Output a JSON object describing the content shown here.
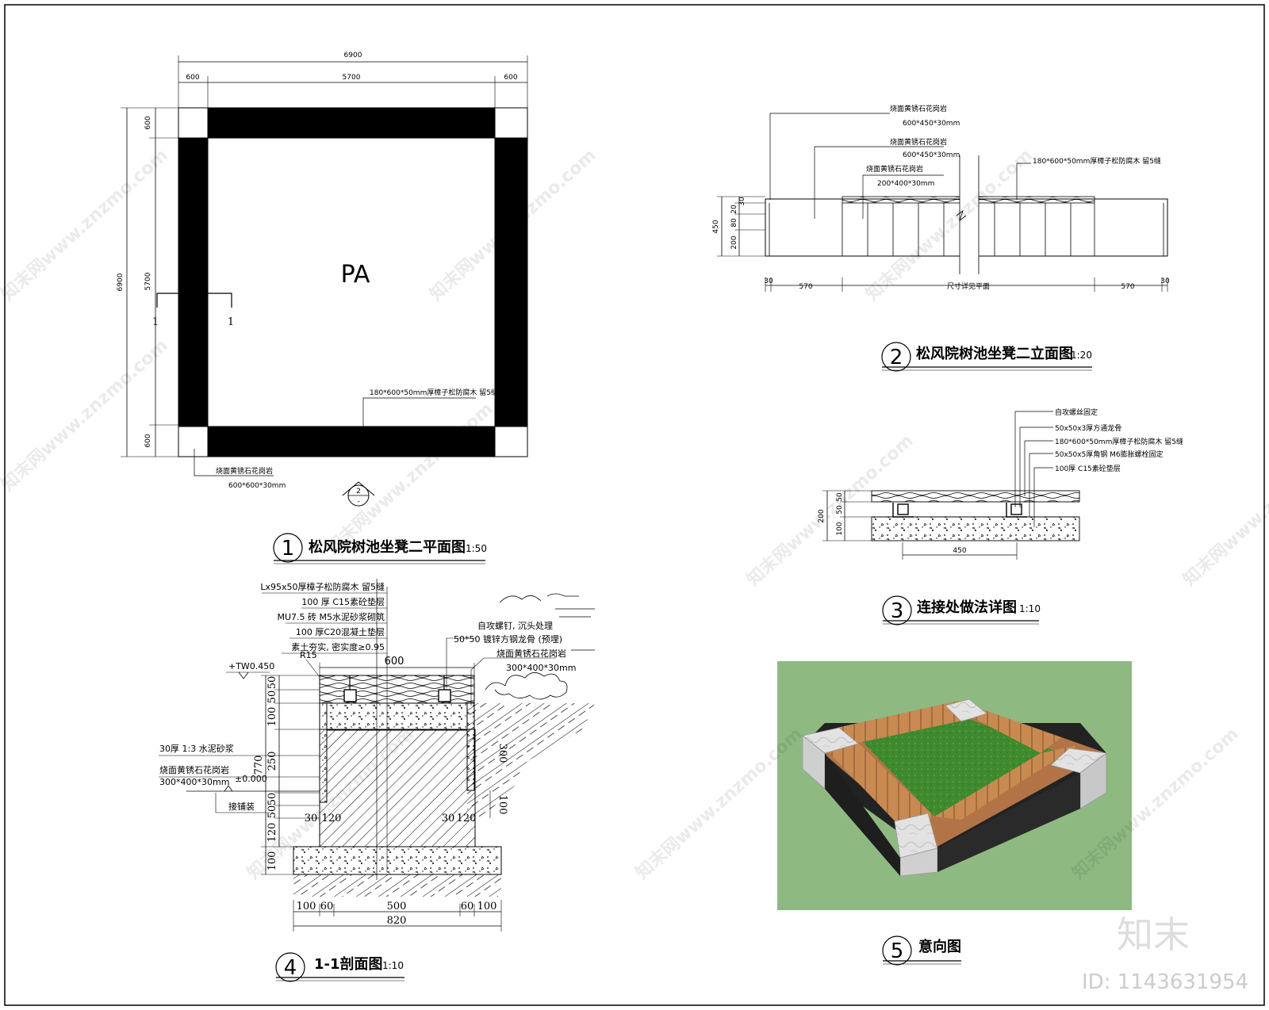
{
  "plan": {
    "dims_top": [
      "6900",
      "600",
      "5700",
      "600"
    ],
    "dims_left": [
      "6900",
      "600",
      "5700",
      "600"
    ],
    "center_label": "PA",
    "section_marks": [
      "1",
      "1"
    ],
    "wood_note": "180*600*50mm厚樟子松防腐木 留5缝",
    "granite_note_1": "烧面黄锈石花岗岩",
    "granite_note_2": "600*600*30mm",
    "index_top": "2",
    "index_bottom": "-",
    "title_no": "1",
    "title": "松风院树池坐凳二平面图",
    "scale": "1:50"
  },
  "elevation": {
    "notes": [
      "烧面黄锈石花岗岩",
      "600*450*30mm",
      "烧面黄锈石花岗岩",
      "600*450*30mm",
      "烧面黄锈石花岗岩",
      "200*400*30mm",
      "180*600*50mm厚樟子松防腐木 留5缝"
    ],
    "dims_vertical": [
      "450",
      "200",
      "80",
      "20",
      "30"
    ],
    "dims_bottom": [
      "30",
      "570",
      "尺寸详见平面",
      "570",
      "30"
    ],
    "title_no": "2",
    "title": "松风院树池坐凳二立面图",
    "scale": "1:20"
  },
  "detail": {
    "notes": [
      "自攻螺丝固定",
      "50x50x3厚方通龙骨",
      "180*600*50mm厚樟子松防腐木 留5缝",
      "50x50x5厚角钢 M6膨胀螺栓固定",
      "100厚 C15素砼垫层"
    ],
    "dims_vertical": [
      "200",
      "50",
      "50",
      "100"
    ],
    "dim_bottom": "450",
    "title_no": "3",
    "title": "连接处做法详图",
    "scale": "1:10"
  },
  "section": {
    "notes_left": [
      "Lx95x50厚樟子松防腐木 留5缝",
      "100 厚 C15素砼垫层",
      "MU7.5 砖 M5水泥砂浆砌筑",
      "100 厚C20混凝土垫层",
      "素土夯实, 密实度≥0.95"
    ],
    "radius": "R15",
    "level_top": "+TW0.450",
    "dim_top": "600",
    "notes_right": [
      "自攻螺钉, 沉头处理",
      "50*50  镀锌方钢龙骨 (预埋)",
      "烧面黄锈石花岗岩",
      "300*400*30mm"
    ],
    "mortar_note": "30厚 1:3 水泥砂浆",
    "granite_note_1": "烧面黄锈石花岗岩",
    "granite_note_2": "300*400*30mm",
    "level_zero": "±0.000",
    "paving_note": "接铺装",
    "dims_left": [
      "50",
      "50",
      "100",
      "250",
      "770",
      "50",
      "50",
      "120",
      "100"
    ],
    "dims_mid": [
      "30",
      "120",
      "30",
      "120"
    ],
    "dims_right": [
      "100",
      "300"
    ],
    "dims_bottom": [
      "100",
      "60",
      "500",
      "60",
      "100"
    ],
    "dim_total": "820",
    "title_no": "4",
    "title": "1-1剖面图",
    "scale": "1:10"
  },
  "render": {
    "title_no": "5",
    "title": "意向图"
  },
  "watermark": {
    "text": "知末网www.znzmo.com",
    "brand": "知末",
    "id": "ID: 1143631954"
  },
  "colors": {
    "render_bg": "#8eba82",
    "grass": "#3f8a2e",
    "wood": "#c98a52",
    "stone": "#dcdcdc"
  }
}
